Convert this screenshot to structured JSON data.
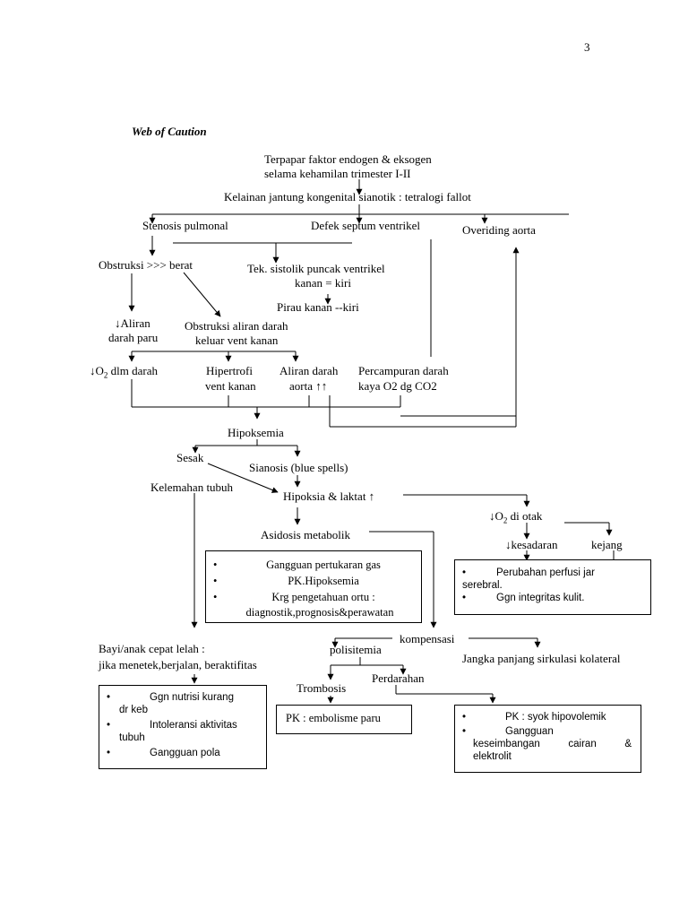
{
  "page_number": "3",
  "title": "Web of Caution",
  "nodes": {
    "terpapar_1": "Terpapar faktor endogen & eksogen",
    "terpapar_2": "selama kehamilan trimester I-II",
    "kelainan": "Kelainan jantung kongenital sianotik : tetralogi fallot",
    "stenosis": "Stenosis pulmonal",
    "defek": "Defek septum ventrikel",
    "overiding": "Overiding aorta",
    "obstruksi": "Obstruksi >>> berat",
    "tek_1": "Tek. sistolik puncak ventrikel",
    "tek_2": "kanan = kiri",
    "pirau": "Pirau kanan --kiri",
    "aliran_paru_1": "↓Aliran",
    "aliran_paru_2": "darah paru",
    "obs_aliran_1": "Obstruksi aliran darah",
    "obs_aliran_2": "keluar vent kanan",
    "o2_prefix": "↓O",
    "o2_sub": "2",
    "o2_suffix": " dlm darah",
    "hipertrofi_1": "Hipertrofi",
    "hipertrofi_2": "vent kanan",
    "aliran_aorta_1": "Aliran darah",
    "aliran_aorta_2": "aorta ↑↑",
    "percampuran_1": "Percampuran darah",
    "percampuran_2": "kaya O2 dg CO2",
    "hipoksemia": "Hipoksemia",
    "sesak": "Sesak",
    "sianosis": "Sianosis (blue spells)",
    "kelemahan": "Kelemahan tubuh",
    "hipoksia": "Hipoksia & laktat  ↑",
    "o2_otak_prefix": "↓O",
    "o2_otak_sub": "2",
    "o2_otak_suffix": "  di otak",
    "kesadaran": "↓kesadaran",
    "kejang": "kejang",
    "asidosis": "Asidosis metabolik",
    "kompensasi": "kompensasi",
    "jangka": "Jangka panjang sirkulasi kolateral",
    "bayi_1": "Bayi/anak cepat lelah :",
    "bayi_2": "jika menetek,berjalan, beraktifitas",
    "polisitemia": "polisitemia",
    "perdarahan": "Perdarahan",
    "trombosis": "Trombosis"
  },
  "boxes": {
    "gangguan_gas": {
      "items": [
        "Gangguan pertukaran gas",
        "PK.Hipoksemia",
        "Krg pengetahuan ortu :",
        "diagnostik,prognosis&perawatan"
      ]
    },
    "serebral": {
      "items": [
        "Perubahan perfusi jar",
        "serebral.",
        "Ggn integritas kulit."
      ]
    },
    "nutrisi": {
      "items": [
        "Ggn nutrisi kurang",
        "dr keb",
        "Intoleransi aktivitas",
        "tubuh",
        "Gangguan pola"
      ]
    },
    "embolisme": {
      "text": "PK : embolisme paru"
    },
    "syok": {
      "items": [
        "PK : syok hipovolemik",
        "Gangguan",
        "keseimbangan",
        "cairan",
        "&",
        "elektrolit"
      ]
    }
  }
}
